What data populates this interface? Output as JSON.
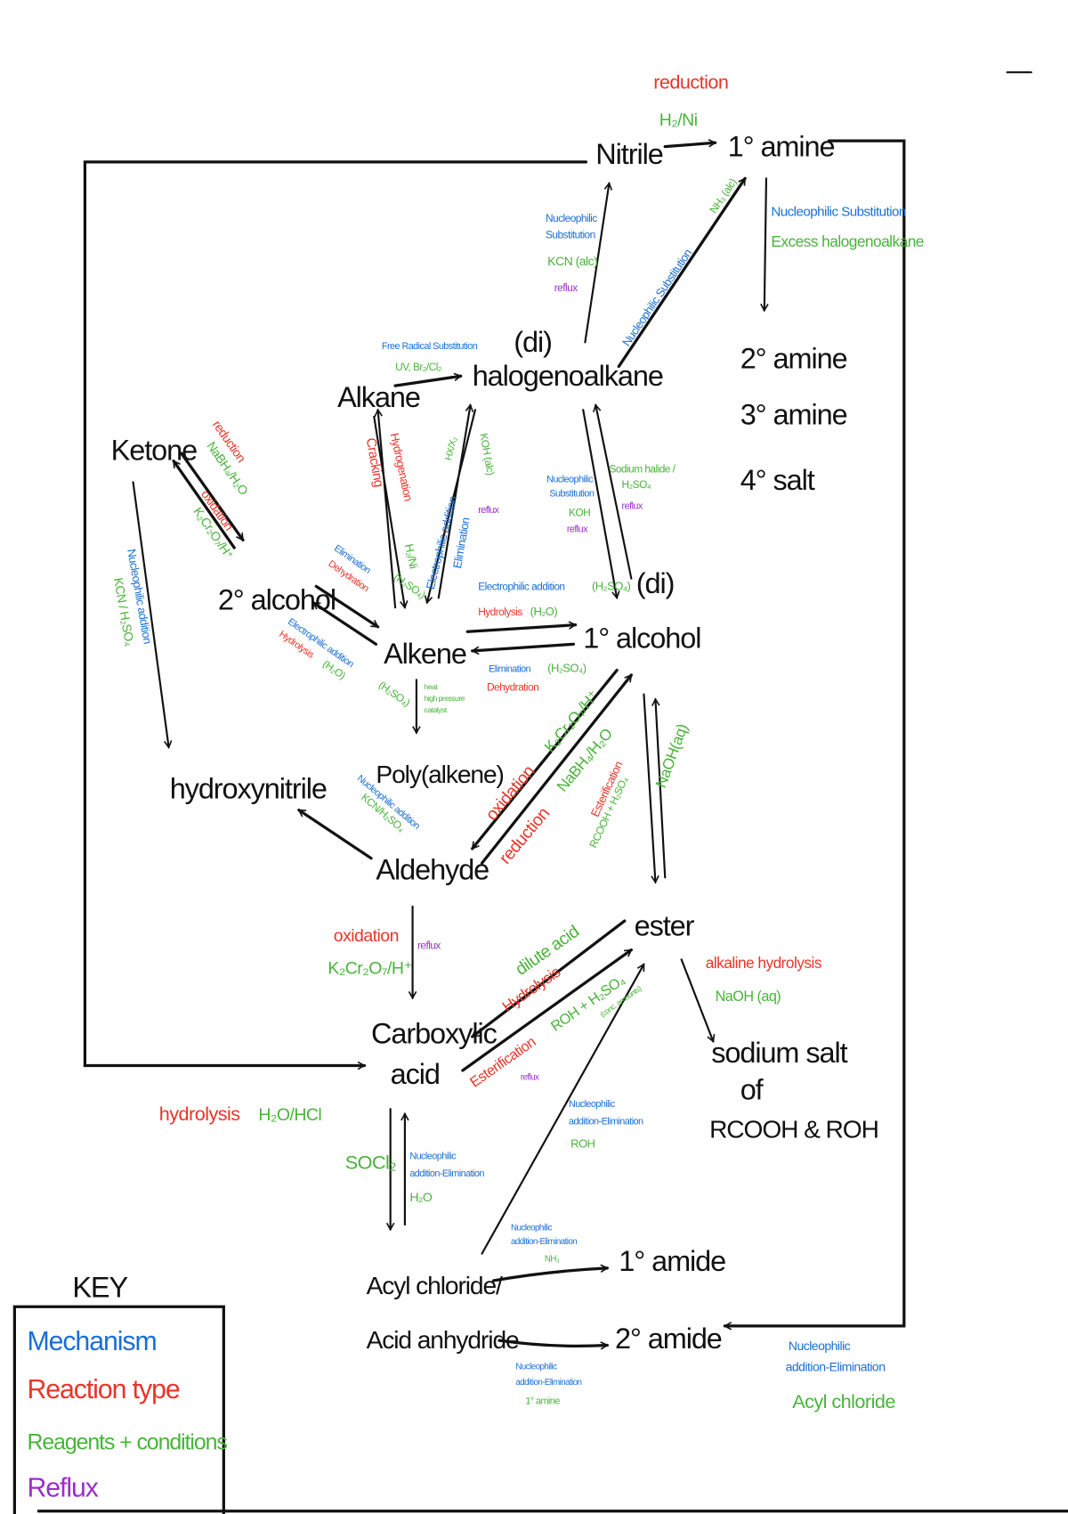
{
  "colors": {
    "mechanism": "#1a6fd6",
    "reaction_type": "#e8352a",
    "reagents": "#49b33a",
    "reflux": "#9b2fc9"
  },
  "nodes": {
    "nitrile": "Nitrile",
    "primary_amine": "1° amine",
    "secondary_amine": "2° amine",
    "tertiary_amine": "3° amine",
    "quaternary_salt": "4° salt",
    "alkane": "Alkane",
    "di_prefix_halo": "(di)",
    "halogenoalkane": "halogenoalkane",
    "ketone": "Ketone",
    "secondary_alcohol": "2° alcohol",
    "alkene": "Alkene",
    "di_prefix_alcohol": "(di)",
    "primary_alcohol": "1° alcohol",
    "polyalkene": "Poly(alkene)",
    "hydroxynitrile": "hydroxynitrile",
    "aldehyde": "Aldehyde",
    "ester": "ester",
    "carboxylic_line1": "Carboxylic",
    "carboxylic_line2": "acid",
    "sodium_salt_line1": "sodium salt",
    "sodium_salt_line2": "of",
    "sodium_salt_line3": "RCOOH & ROH",
    "acyl_chloride": "Acyl chloride/",
    "acid_anhydride": "Acid anhydride",
    "primary_amide": "1° amide",
    "secondary_amide": "2° amide"
  },
  "key": {
    "title": "KEY",
    "items": [
      {
        "label": "Mechanism",
        "type": "blue"
      },
      {
        "label": "Reaction type",
        "type": "red"
      },
      {
        "label": "Reagents + conditions",
        "type": "green"
      },
      {
        "label": "Reflux",
        "type": "purple"
      }
    ]
  },
  "annotations": [
    {
      "text": "reduction",
      "type": "red"
    },
    {
      "text": "H₂/Ni",
      "type": "green"
    },
    {
      "text": "Nucleophilic",
      "type": "blue"
    },
    {
      "text": "Substitution",
      "type": "blue"
    },
    {
      "text": "KCN (alc)",
      "type": "green"
    },
    {
      "text": "reflux",
      "type": "purple"
    },
    {
      "text": "Nucleophilic Substitution",
      "type": "blue"
    },
    {
      "text": "NH₃ (alc)",
      "type": "green"
    },
    {
      "text": "Nucleophilic Substitution",
      "type": "blue"
    },
    {
      "text": "Excess halogenoalkane",
      "type": "green"
    },
    {
      "text": "Free Radical Substitution",
      "type": "blue"
    },
    {
      "text": "UV, Br₂/Cl₂",
      "type": "green"
    },
    {
      "text": "reduction",
      "type": "red"
    },
    {
      "text": "NaBH₄/H₂O",
      "type": "green"
    },
    {
      "text": "oxidation",
      "type": "red"
    },
    {
      "text": "K₂Cr₂O₇/H⁺",
      "type": "green"
    },
    {
      "text": "Nucleophilic addition",
      "type": "blue"
    },
    {
      "text": "KCN / H₂SO₄",
      "type": "green"
    },
    {
      "text": "Cracking",
      "type": "red"
    },
    {
      "text": "Hydrogenation",
      "type": "red"
    },
    {
      "text": "H₂/Ni",
      "type": "green"
    },
    {
      "text": "Electrophilic addition",
      "type": "blue"
    },
    {
      "text": "HX/X₂",
      "type": "green"
    },
    {
      "text": "Elimination",
      "type": "blue"
    },
    {
      "text": "KOH (alc)",
      "type": "green"
    },
    {
      "text": "reflux",
      "type": "purple"
    },
    {
      "text": "Nucleophilic",
      "type": "blue"
    },
    {
      "text": "Substitution",
      "type": "blue"
    },
    {
      "text": "KOH",
      "type": "green"
    },
    {
      "text": "reflux",
      "type": "purple"
    },
    {
      "text": "Sodium halide /",
      "type": "green"
    },
    {
      "text": "H₂SO₄",
      "type": "green"
    },
    {
      "text": "reflux",
      "type": "purple"
    },
    {
      "text": "Elimination",
      "type": "blue"
    },
    {
      "text": "(H₂SO₄)",
      "type": "green"
    },
    {
      "text": "Dehydration",
      "type": "red"
    },
    {
      "text": "Electrophilic addition",
      "type": "blue"
    },
    {
      "text": "(H₂SO₄)",
      "type": "green"
    },
    {
      "text": "Hydrolysis",
      "type": "red"
    },
    {
      "text": "(H₂O)",
      "type": "green"
    },
    {
      "text": "Electrophilic addition",
      "type": "blue"
    },
    {
      "text": "(H₂SO₄)",
      "type": "green"
    },
    {
      "text": "Hydrolysis",
      "type": "red"
    },
    {
      "text": "(H₂O)",
      "type": "green"
    },
    {
      "text": "Elimination",
      "type": "blue"
    },
    {
      "text": "(H₂SO₄)",
      "type": "green"
    },
    {
      "text": "Dehydration",
      "type": "red"
    },
    {
      "text": "heat",
      "type": "green"
    },
    {
      "text": "high pressure",
      "type": "green"
    },
    {
      "text": "catalyst",
      "type": "green"
    },
    {
      "text": "Nucleophilic addition",
      "type": "blue"
    },
    {
      "text": "KCN/H₂SO₄",
      "type": "green"
    },
    {
      "text": "oxidation",
      "type": "red"
    },
    {
      "text": "K₂Cr₂O₇/H⁺",
      "type": "green"
    },
    {
      "text": "reduction",
      "type": "red"
    },
    {
      "text": "NaBH₄/H₂O",
      "type": "green"
    },
    {
      "text": "Esterification",
      "type": "red"
    },
    {
      "text": "RCOOH + H₂SO₄",
      "type": "green"
    },
    {
      "text": "NaOH(aq)",
      "type": "green"
    },
    {
      "text": "oxidation",
      "type": "red"
    },
    {
      "text": "K₂Cr₂O₇/H⁺",
      "type": "green"
    },
    {
      "text": "reflux",
      "type": "purple"
    },
    {
      "text": "Hydrolysis",
      "type": "red"
    },
    {
      "text": "dilute acid",
      "type": "green"
    },
    {
      "text": "Esterification",
      "type": "red"
    },
    {
      "text": "ROH + H₂SO₄",
      "type": "green"
    },
    {
      "text": "(conc. amounts)",
      "type": "green"
    },
    {
      "text": "reflux",
      "type": "purple"
    },
    {
      "text": "alkaline hydrolysis",
      "type": "red"
    },
    {
      "text": "NaOH (aq)",
      "type": "green"
    },
    {
      "text": "Nucleophilic",
      "type": "blue"
    },
    {
      "text": "addition-Elimination",
      "type": "blue"
    },
    {
      "text": "ROH",
      "type": "green"
    },
    {
      "text": "SOCl₂",
      "type": "green"
    },
    {
      "text": "Nucleophilic",
      "type": "blue"
    },
    {
      "text": "addition-Elimination",
      "type": "blue"
    },
    {
      "text": "H₂O",
      "type": "green"
    },
    {
      "text": "Nucleophilic",
      "type": "blue"
    },
    {
      "text": "addition-Elimination",
      "type": "blue"
    },
    {
      "text": "NH₃",
      "type": "green"
    },
    {
      "text": "Nucleophilic",
      "type": "blue"
    },
    {
      "text": "addition-Elimination",
      "type": "blue"
    },
    {
      "text": "1° amine",
      "type": "green"
    },
    {
      "text": "Nucleophilic",
      "type": "blue"
    },
    {
      "text": "addition-Elimination",
      "type": "blue"
    },
    {
      "text": "Acyl chloride",
      "type": "green"
    },
    {
      "text": "hydrolysis",
      "type": "red"
    },
    {
      "text": "H₂O/HCl",
      "type": "green"
    }
  ]
}
